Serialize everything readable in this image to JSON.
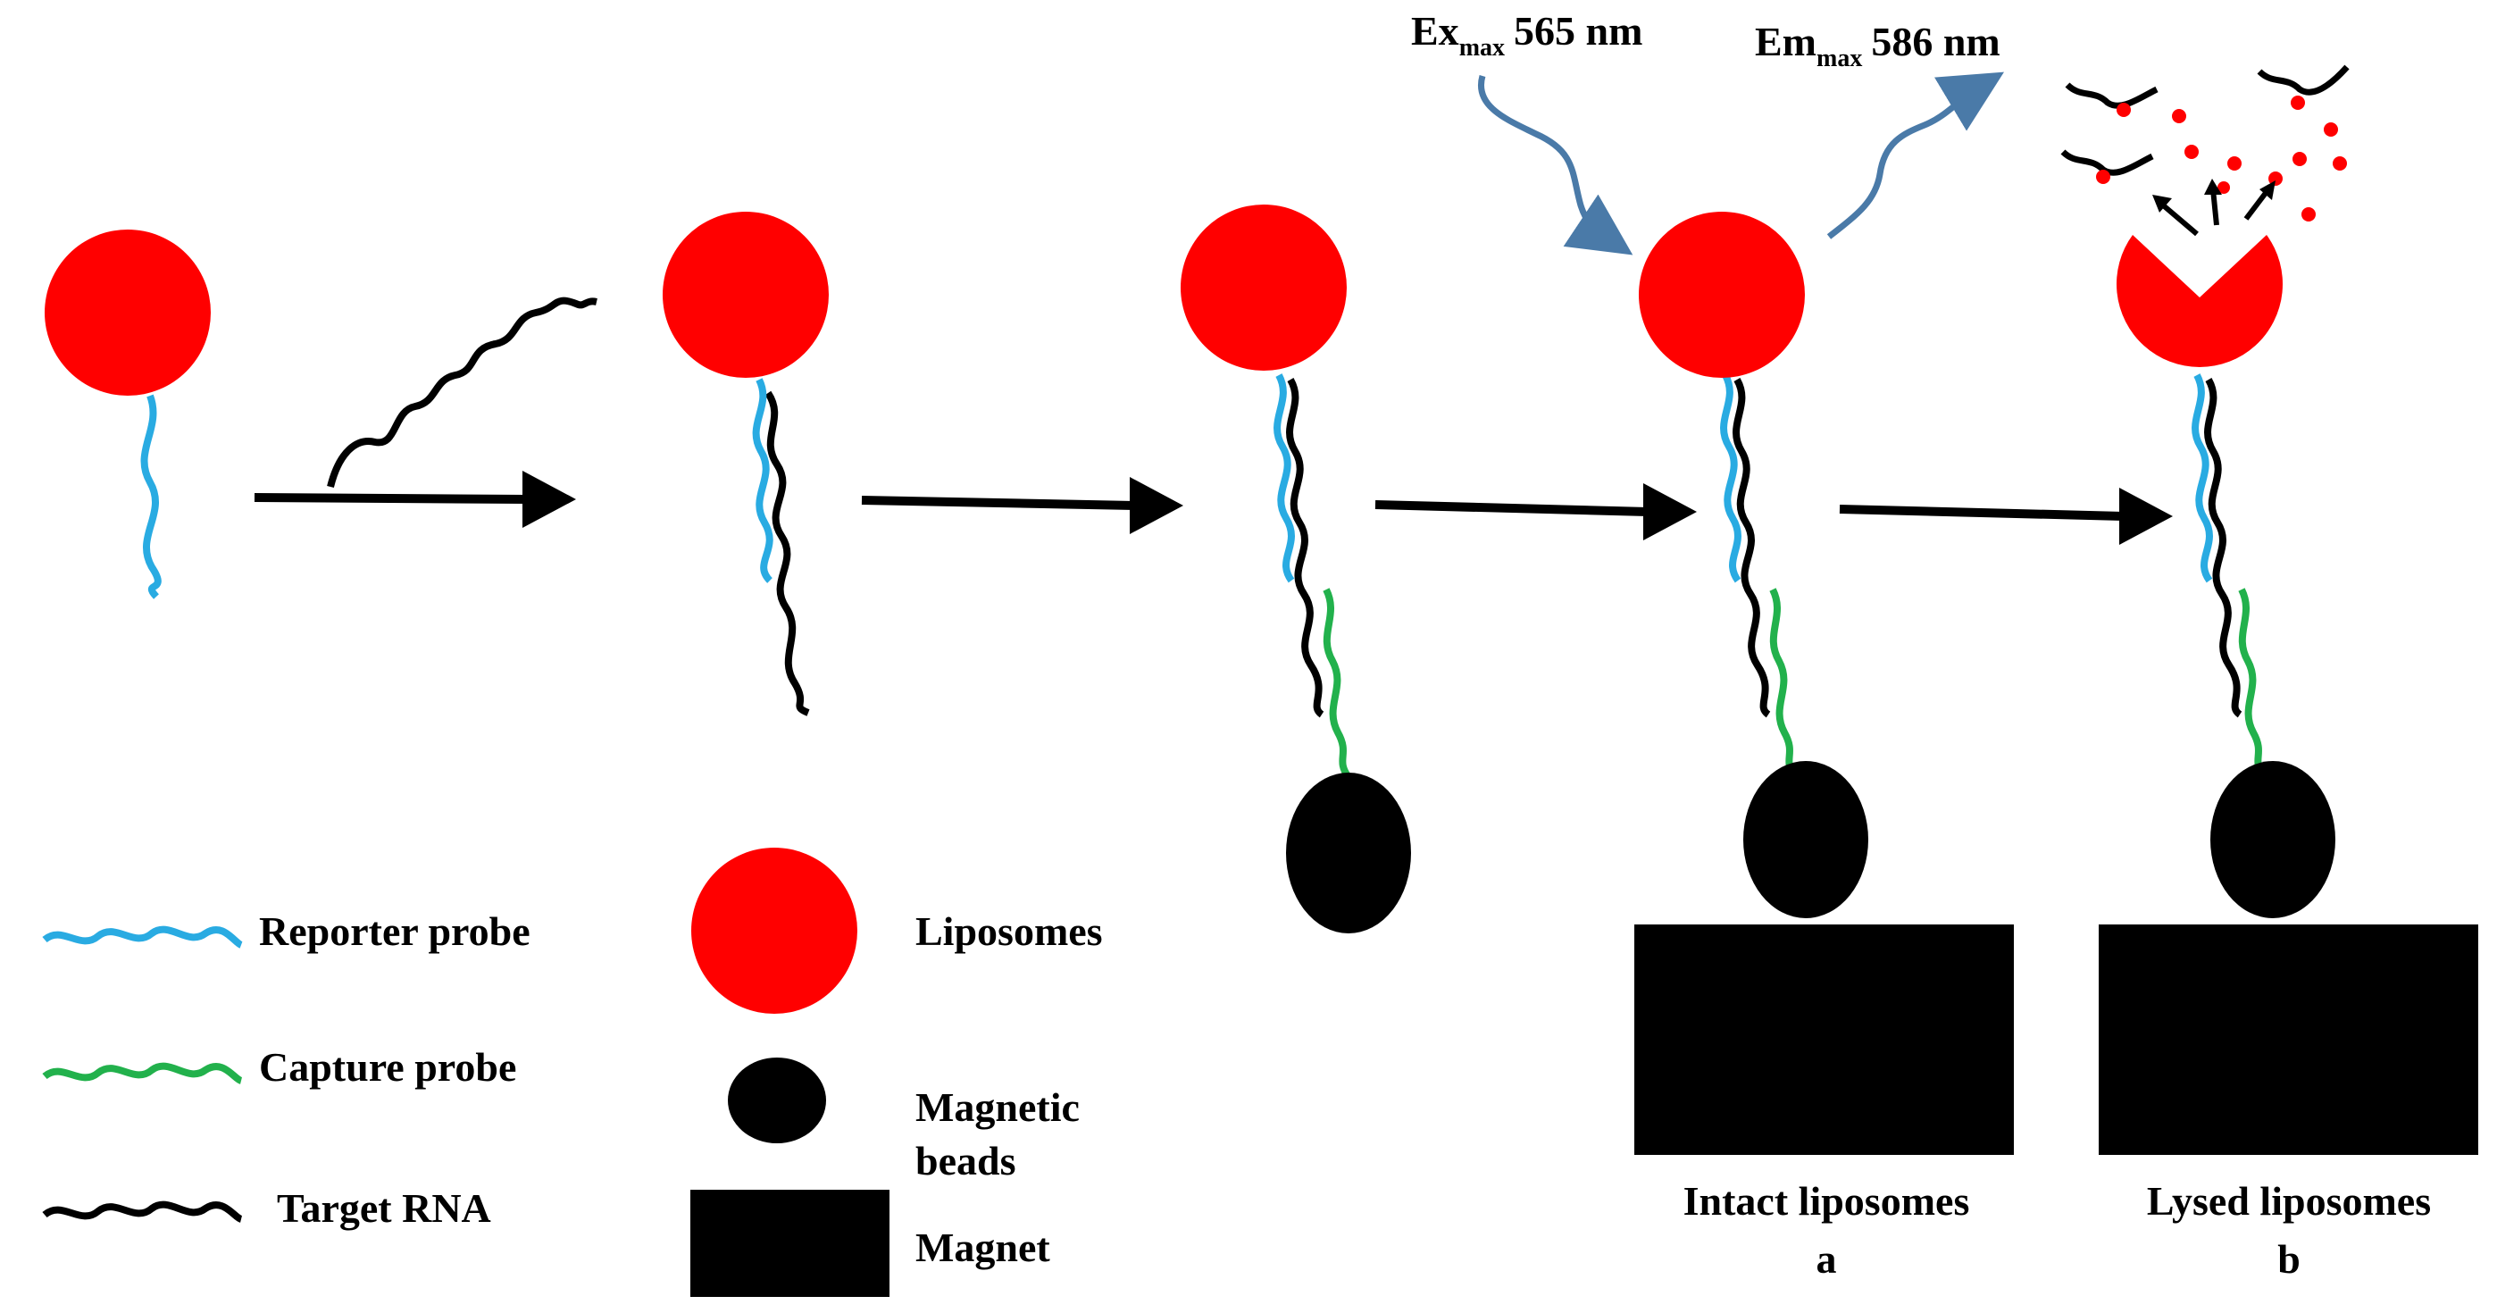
{
  "excitation": {
    "prefix": "Ex",
    "sub": "max",
    "value": "565 nm"
  },
  "emission": {
    "prefix": "Em",
    "sub": "max",
    "value": "586 nm"
  },
  "states": [
    {
      "title": "Intact liposomes",
      "letter": "a"
    },
    {
      "title": "Lysed liposomes",
      "letter": "b"
    }
  ],
  "legend": {
    "reporter_probe": "Reporter probe",
    "capture_probe": "Capture probe",
    "target_rna": "Target RNA",
    "liposomes": "Liposomes",
    "magnetic_beads_1": "Magnetic",
    "magnetic_beads_2": "beads",
    "magnet": "Magnet"
  },
  "colors": {
    "liposome": "#ff0000",
    "reporter_probe": "#29abe2",
    "capture_probe": "#22b14c",
    "target_rna": "#000000",
    "light_arrow": "#4a7aa8"
  }
}
